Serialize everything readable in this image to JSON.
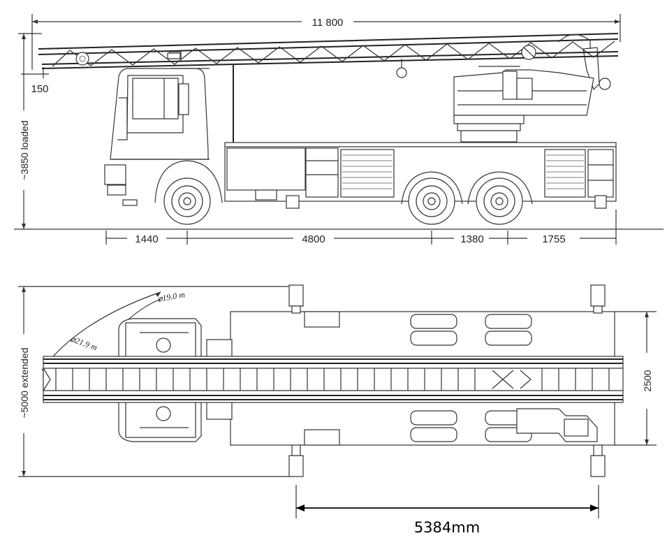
{
  "side_view": {
    "overall_length": "11 800",
    "front_overhang": "150",
    "height": "~3850 loaded",
    "dims": [
      "1440",
      "4800",
      "1380",
      "1755"
    ]
  },
  "top_view": {
    "radius_1": "⌀19.0 m",
    "radius_2": "⌀21.9 m",
    "extended_width": "~5000 extended",
    "width": "2500",
    "outrigger_span": "5384mm"
  }
}
